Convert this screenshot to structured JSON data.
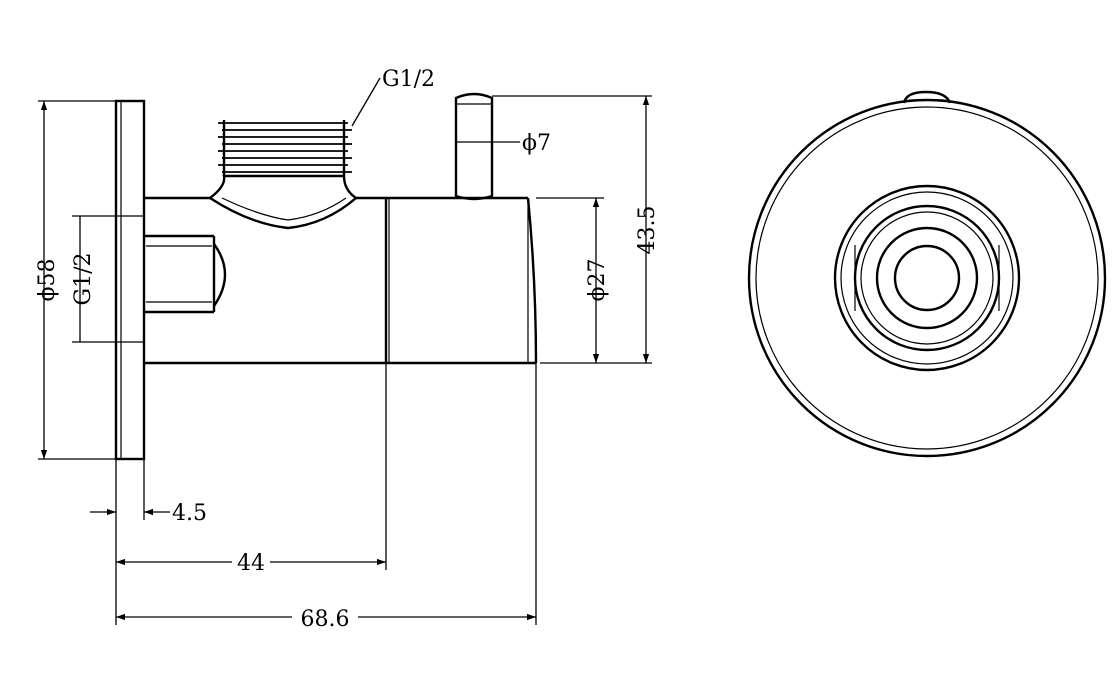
{
  "drawing": {
    "dimensions": {
      "flange_diameter": "ϕ58",
      "inlet_thread_side": "G1/2",
      "outlet_thread_top": "G1/2",
      "handle_diameter": "ϕ7",
      "body_diameter": "ϕ27",
      "overall_height": "43.5",
      "flange_thickness": "4.5",
      "flange_to_body_joint": "44",
      "overall_length": "68.6"
    }
  }
}
